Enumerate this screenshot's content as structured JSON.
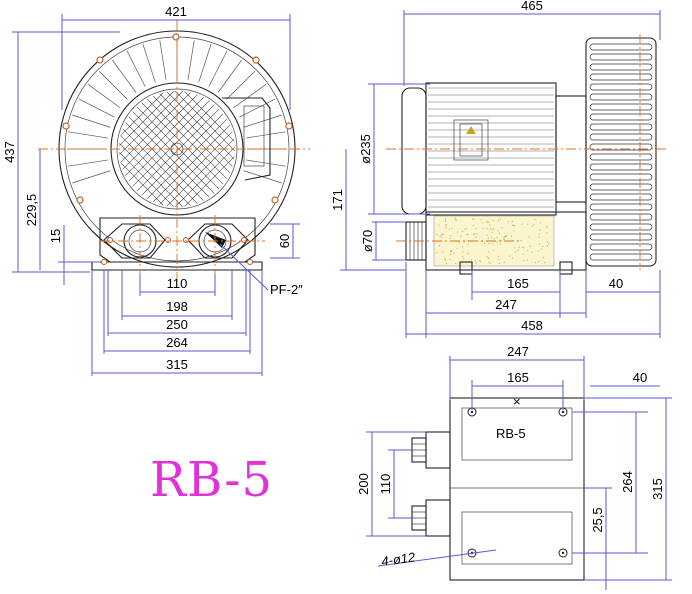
{
  "title": "RB-5",
  "colors": {
    "title": "#e032d8",
    "dimension": "#5a5ad6",
    "centerline": "#e0701a",
    "label": "#c22222"
  },
  "front_view": {
    "width": "421",
    "height": "437",
    "center_height": "229,5",
    "base_gap": "15",
    "port_height": "60",
    "port_pitch": "110",
    "dims": [
      "198",
      "250",
      "264",
      "315"
    ],
    "port_thread": "PF-2″"
  },
  "side_view": {
    "overall_length": "465",
    "motor_diameter": "ø235",
    "axis_height": "171",
    "outlet_diameter": "ø70",
    "base_dims": [
      "165",
      "247",
      "40",
      "458"
    ]
  },
  "top_view": {
    "top_dims": [
      "247",
      "165",
      "40"
    ],
    "label": "RB-5",
    "left_dims": [
      "200",
      "110"
    ],
    "right_dims": [
      "25,5",
      "264",
      "315"
    ],
    "holes": "4-ø12"
  }
}
